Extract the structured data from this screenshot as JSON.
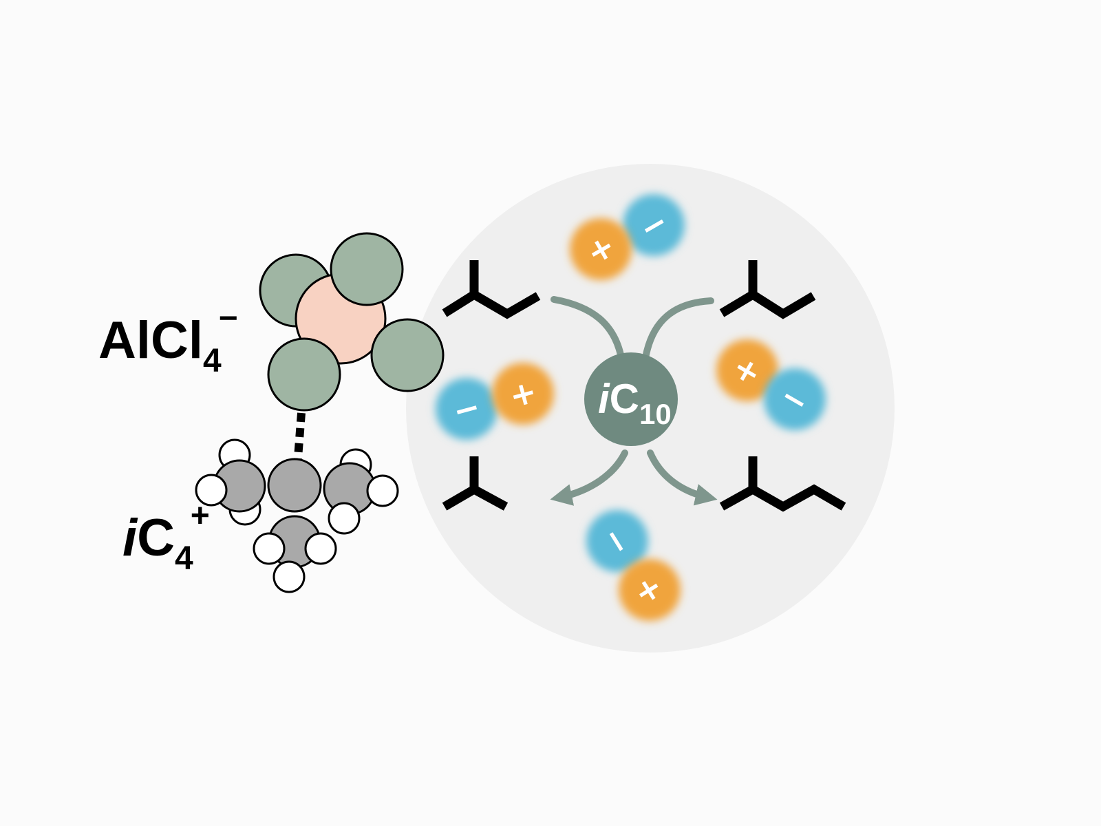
{
  "labels": {
    "anion": {
      "main": "AlCl",
      "sub": "4",
      "sup": "−"
    },
    "cation": {
      "italic": "i",
      "main": "C",
      "sub": "4",
      "sup": "+"
    },
    "center": {
      "italic": "i",
      "main": "C",
      "sub": "10"
    }
  },
  "ion_signs": {
    "plus": "+",
    "minus": "−"
  },
  "colors": {
    "background": "#fbfbfb",
    "droplet": "#efefef",
    "chloride": "#9fb5a3",
    "aluminum": "#f8d2c2",
    "carbon": "#a9a9a9",
    "hydrogen": "#ffffff",
    "cation_blob": "#f0a43e",
    "anion_blob": "#5bbad8",
    "center_node": "#6f8a80",
    "arrows": "#7f968d",
    "skeleton": "#000000"
  }
}
